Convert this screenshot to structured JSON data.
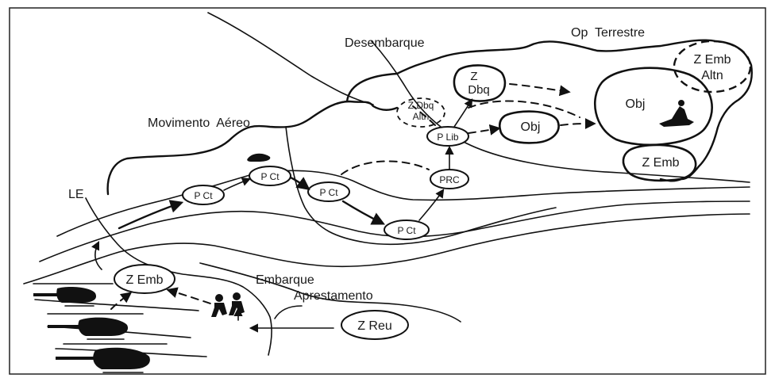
{
  "labels": {
    "desembarque": "Desembarque",
    "op_terrestre": "Op  Terrestre",
    "movimento_aereo": "Movimento  Aéreo",
    "le": "LE",
    "embarque": "Embarque",
    "aprestamento": "Aprestamento"
  },
  "nodes": {
    "z_emb_altn_line1": "Z Emb",
    "z_emb_altn_line2": "Altn",
    "z_dbq_line1": "Z",
    "z_dbq_line2": "Dbq",
    "z_dbq_altn_line1": "Z Dbq",
    "z_dbq_altn_line2": "Altn",
    "obj_main": "Obj",
    "obj_small": "Obj",
    "p_lib": "P Lib",
    "prc": "PRC",
    "p_ct_1": "P Ct",
    "p_ct_2": "P Ct",
    "p_ct_3": "P Ct",
    "p_ct_4": "P Ct",
    "z_emb_right": "Z Emb",
    "z_emb_left": "Z Emb",
    "z_reu": "Z Reu"
  }
}
